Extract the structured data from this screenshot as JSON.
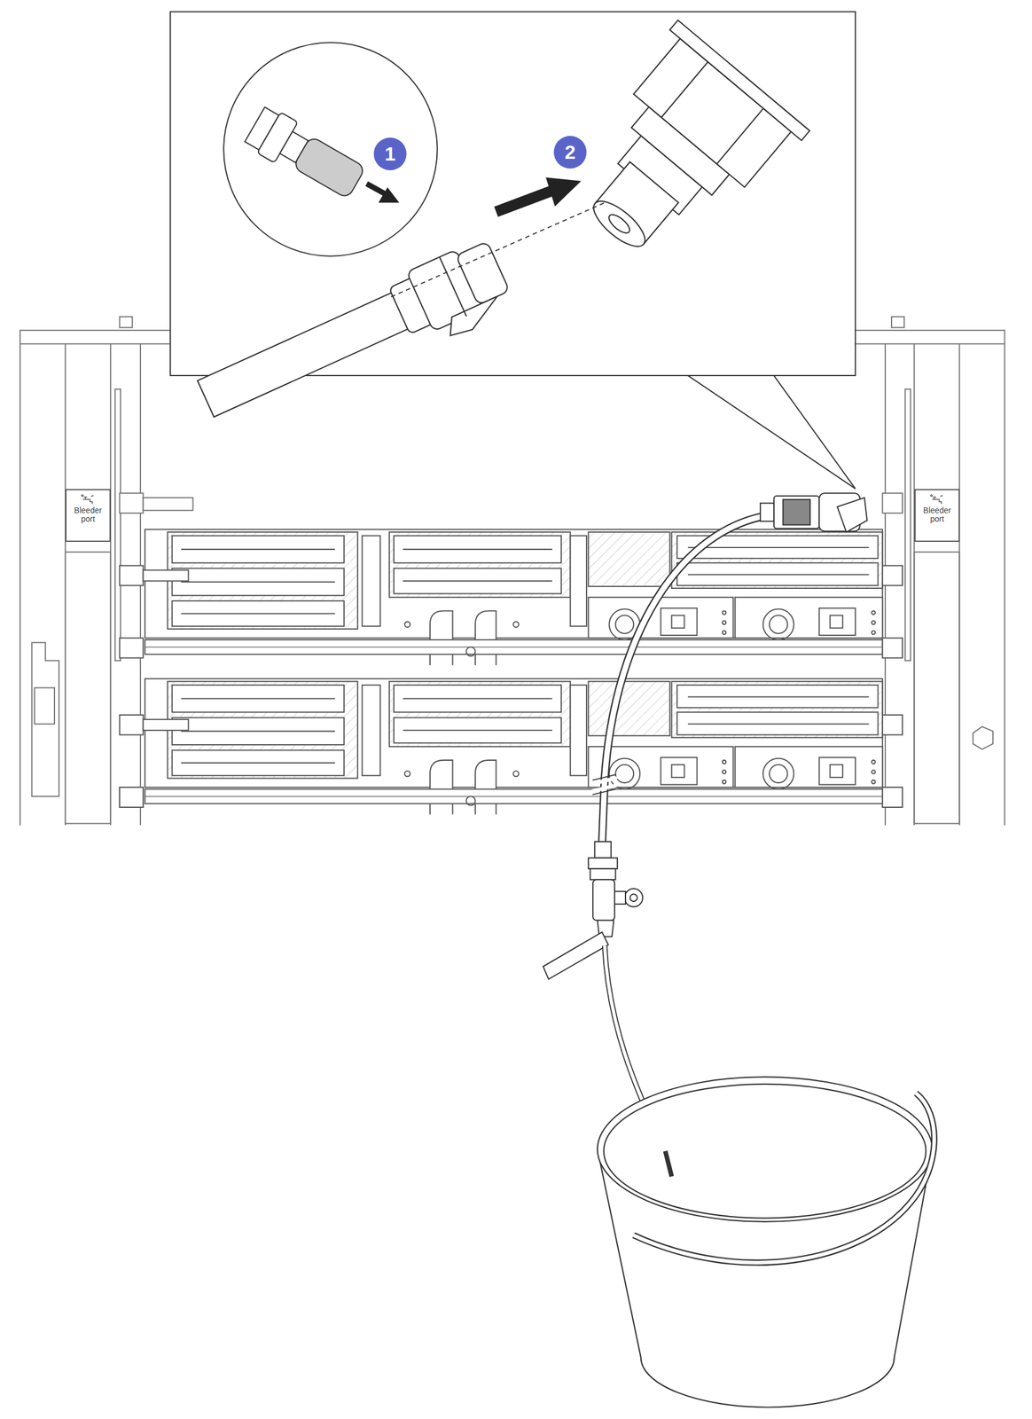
{
  "diagram": {
    "nodes": [
      {
        "text": [
          "1"
        ]
      },
      {
        "text": [
          "2"
        ]
      },
      {
        "text": [
          "Bleeder port"
        ]
      },
      {
        "text": [
          "Bleeder port"
        ]
      }
    ]
  }
}
